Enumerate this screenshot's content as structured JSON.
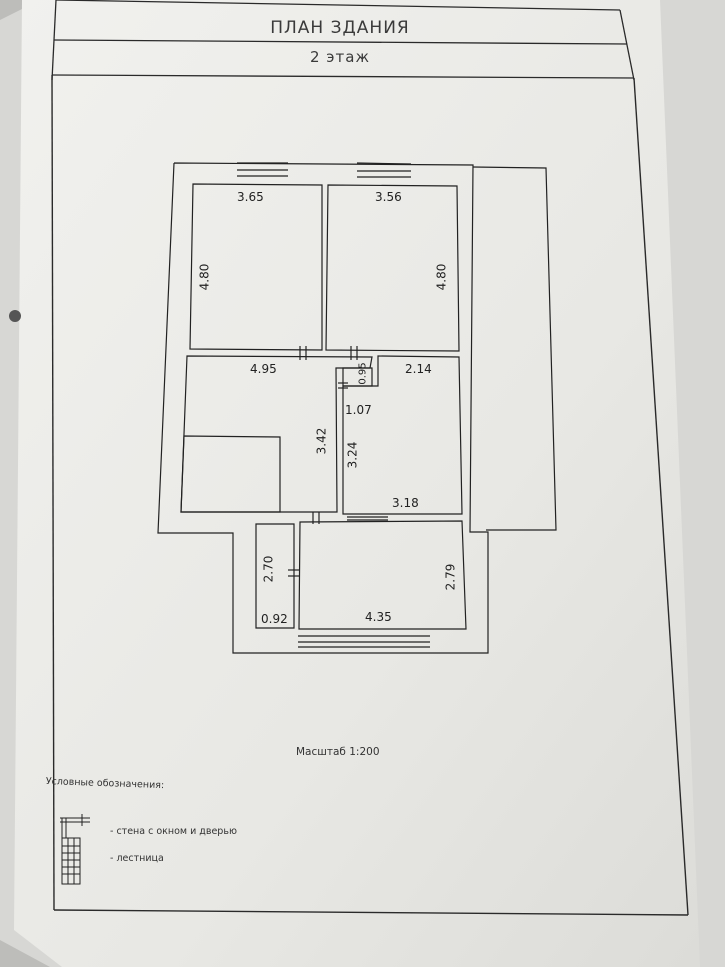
{
  "title": "ПЛАН ЗДАНИЯ",
  "subtitle": "2 этаж",
  "scale": "Масштаб 1:200",
  "legend": {
    "heading": "Условные обозначения:",
    "items": [
      {
        "icon": "wall-window-door-icon",
        "label": "- стена с окном и дверью"
      },
      {
        "icon": "stairs-icon",
        "label": "- лестница"
      }
    ]
  },
  "rooms": [
    {
      "dims": [
        "3.65",
        "4.80"
      ]
    },
    {
      "dims": [
        "3.56",
        "4.80"
      ]
    },
    {
      "dims": [
        "4.95",
        "3.42"
      ]
    },
    {
      "dims": [
        "0.95",
        "1.07"
      ]
    },
    {
      "dims": [
        "2.14",
        "3.24",
        "3.18"
      ]
    },
    {
      "dims": [
        "2.70",
        "0.92"
      ]
    },
    {
      "dims": [
        "2.79",
        "4.35"
      ]
    }
  ]
}
